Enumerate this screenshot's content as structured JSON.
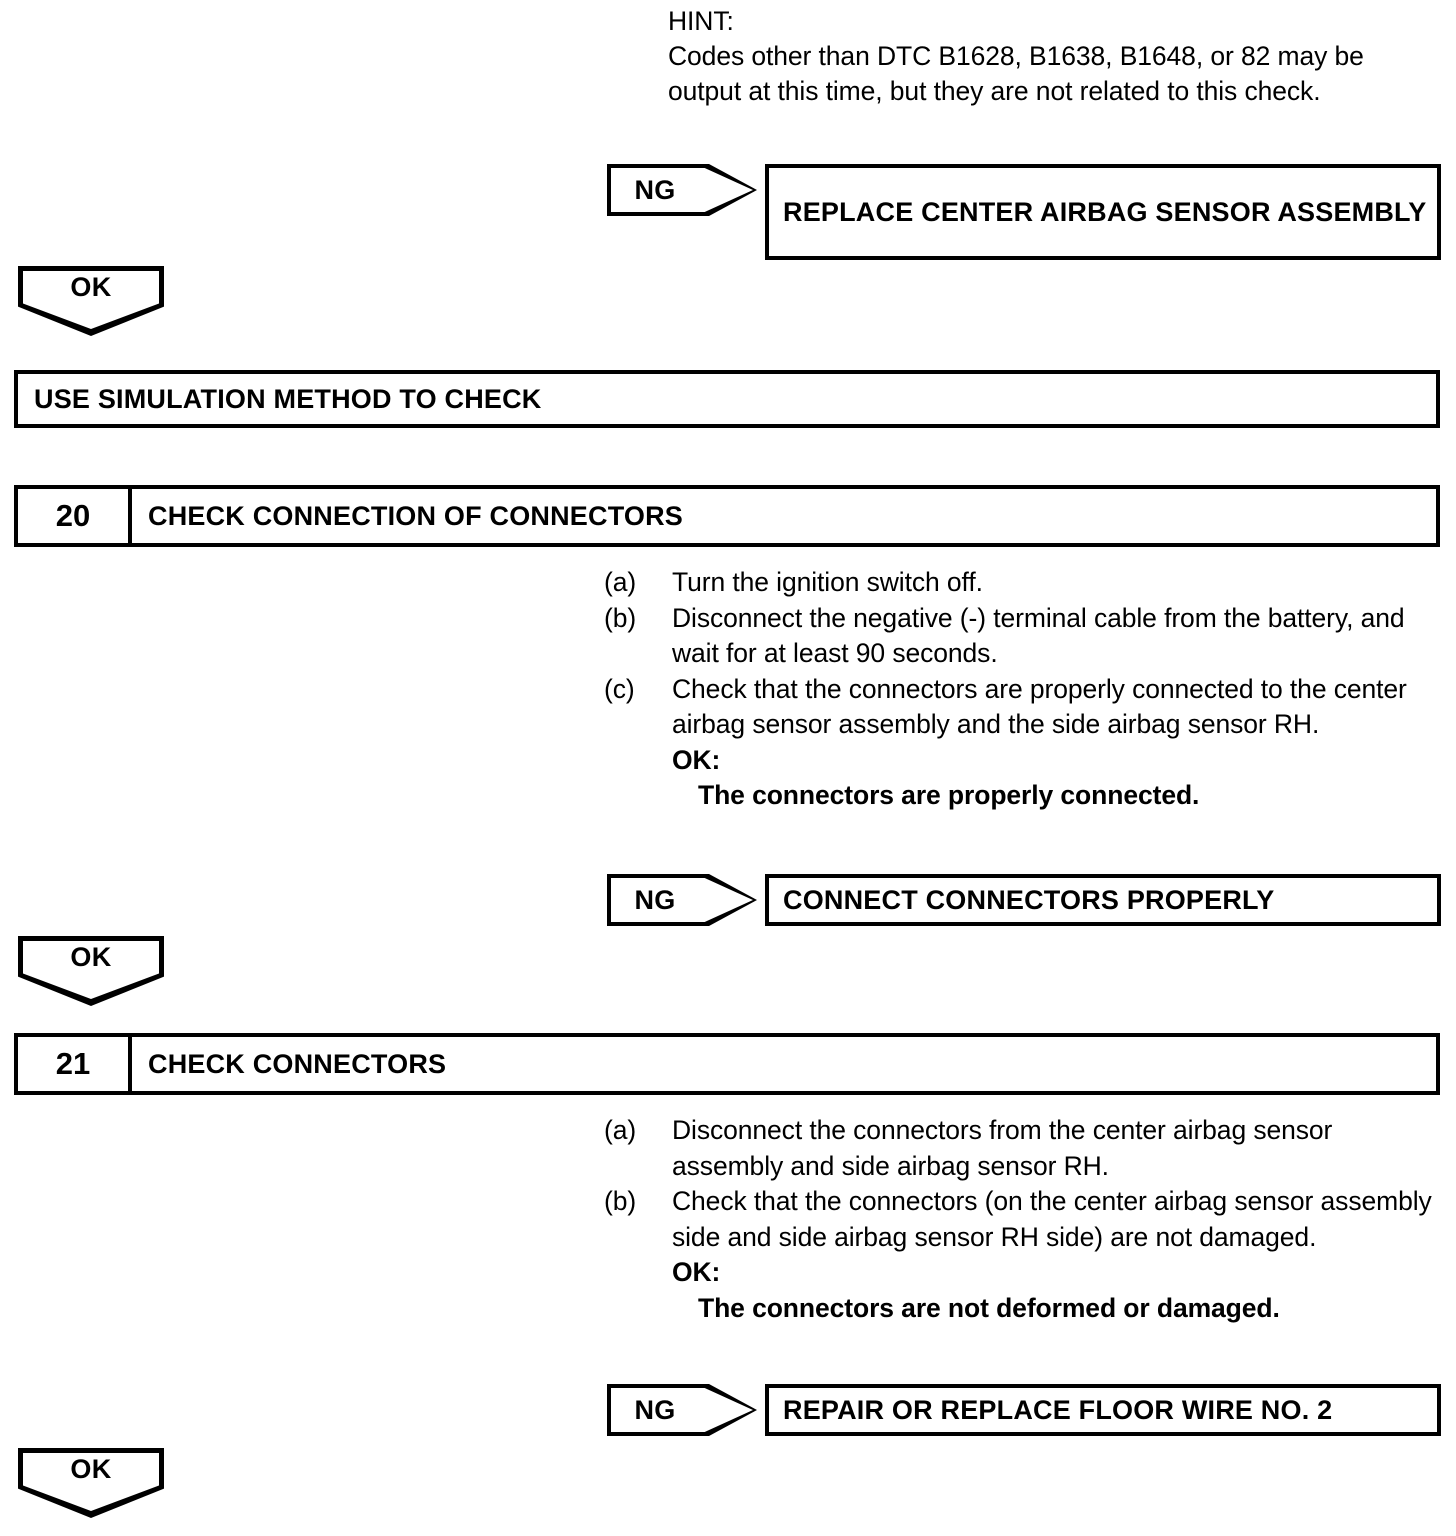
{
  "hint": {
    "label": "HINT:",
    "text": "Codes other than DTC B1628, B1638, B1648, or 82 may be output at this time, but they are not related to this check."
  },
  "results": {
    "ng_label": "NG",
    "ok_label": "OK",
    "replace_center_airbag_sensor": "REPLACE CENTER AIRBAG SENSOR ASSEMBLY",
    "connect_connectors_properly": "CONNECT CONNECTORS PROPERLY",
    "repair_or_replace_floor_wire": "REPAIR OR REPLACE FLOOR WIRE NO. 2"
  },
  "simulation_bar": {
    "title": "USE SIMULATION METHOD TO CHECK"
  },
  "step20": {
    "number": "20",
    "title": "CHECK CONNECTION OF CONNECTORS",
    "items": [
      {
        "marker": "(a)",
        "text": "Turn the ignition switch off."
      },
      {
        "marker": "(b)",
        "text": "Disconnect the negative (-) terminal cable from the battery, and wait for at least 90 seconds."
      },
      {
        "marker": "(c)",
        "text": "Check that the connectors are properly connected to the center airbag sensor assembly and the side airbag sensor RH."
      }
    ],
    "ok_label": "OK:",
    "ok_value": "The connectors are properly connected."
  },
  "step21": {
    "number": "21",
    "title": "CHECK CONNECTORS",
    "items": [
      {
        "marker": "(a)",
        "text": "Disconnect the connectors from the center airbag sensor assembly and side airbag sensor RH."
      },
      {
        "marker": "(b)",
        "text": "Check that the connectors (on the center airbag sensor assembly side and side airbag sensor RH side) are not damaged."
      }
    ],
    "ok_label": "OK:",
    "ok_value": "The connectors are not deformed or damaged."
  }
}
